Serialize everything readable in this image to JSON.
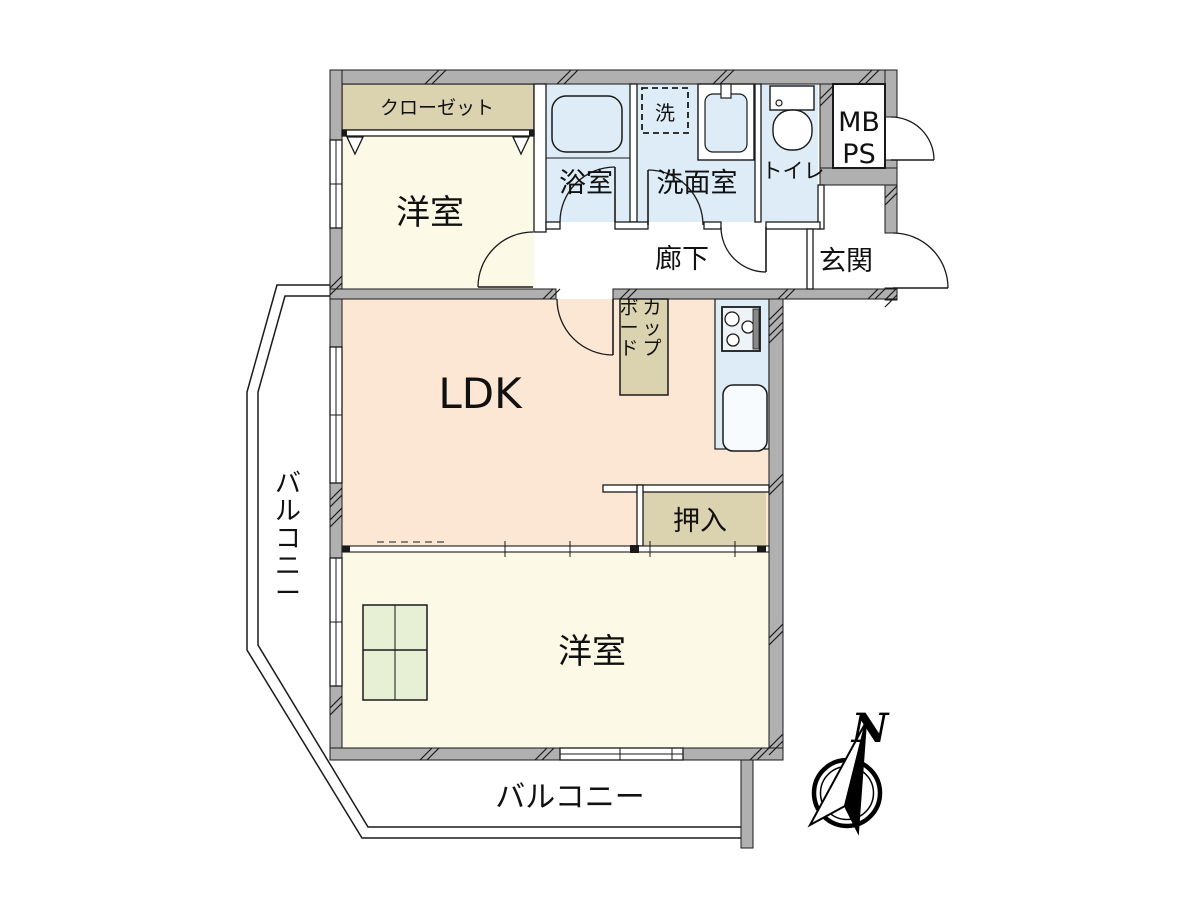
{
  "plan": {
    "rooms": {
      "bedroom_top": "洋室",
      "closet": "クローゼット",
      "bath": "浴室",
      "washer": "洗",
      "washroom": "洗面室",
      "toilet": "トイレ",
      "mb": "MB",
      "ps": "PS",
      "hallway": "廊下",
      "entrance": "玄関",
      "ldk": "LDK",
      "cupboard_col_right": "カップ",
      "cupboard_col_left": "ボード",
      "oshiire": "押入",
      "bedroom_bottom": "洋室",
      "balcony_left": "バルコニー",
      "balcony_bottom": "バルコニー"
    },
    "compass": {
      "north": "N"
    },
    "colors": {
      "wall": "#b0b0b0",
      "room_cream": "#fcfae6",
      "storage_beige": "#dbd2b0",
      "ldk_peach": "#fbe7d4",
      "water_blue": "#ddecf6",
      "tatami_green": "#e7efd4",
      "line": "#1a1a1a",
      "background": "#ffffff"
    }
  }
}
